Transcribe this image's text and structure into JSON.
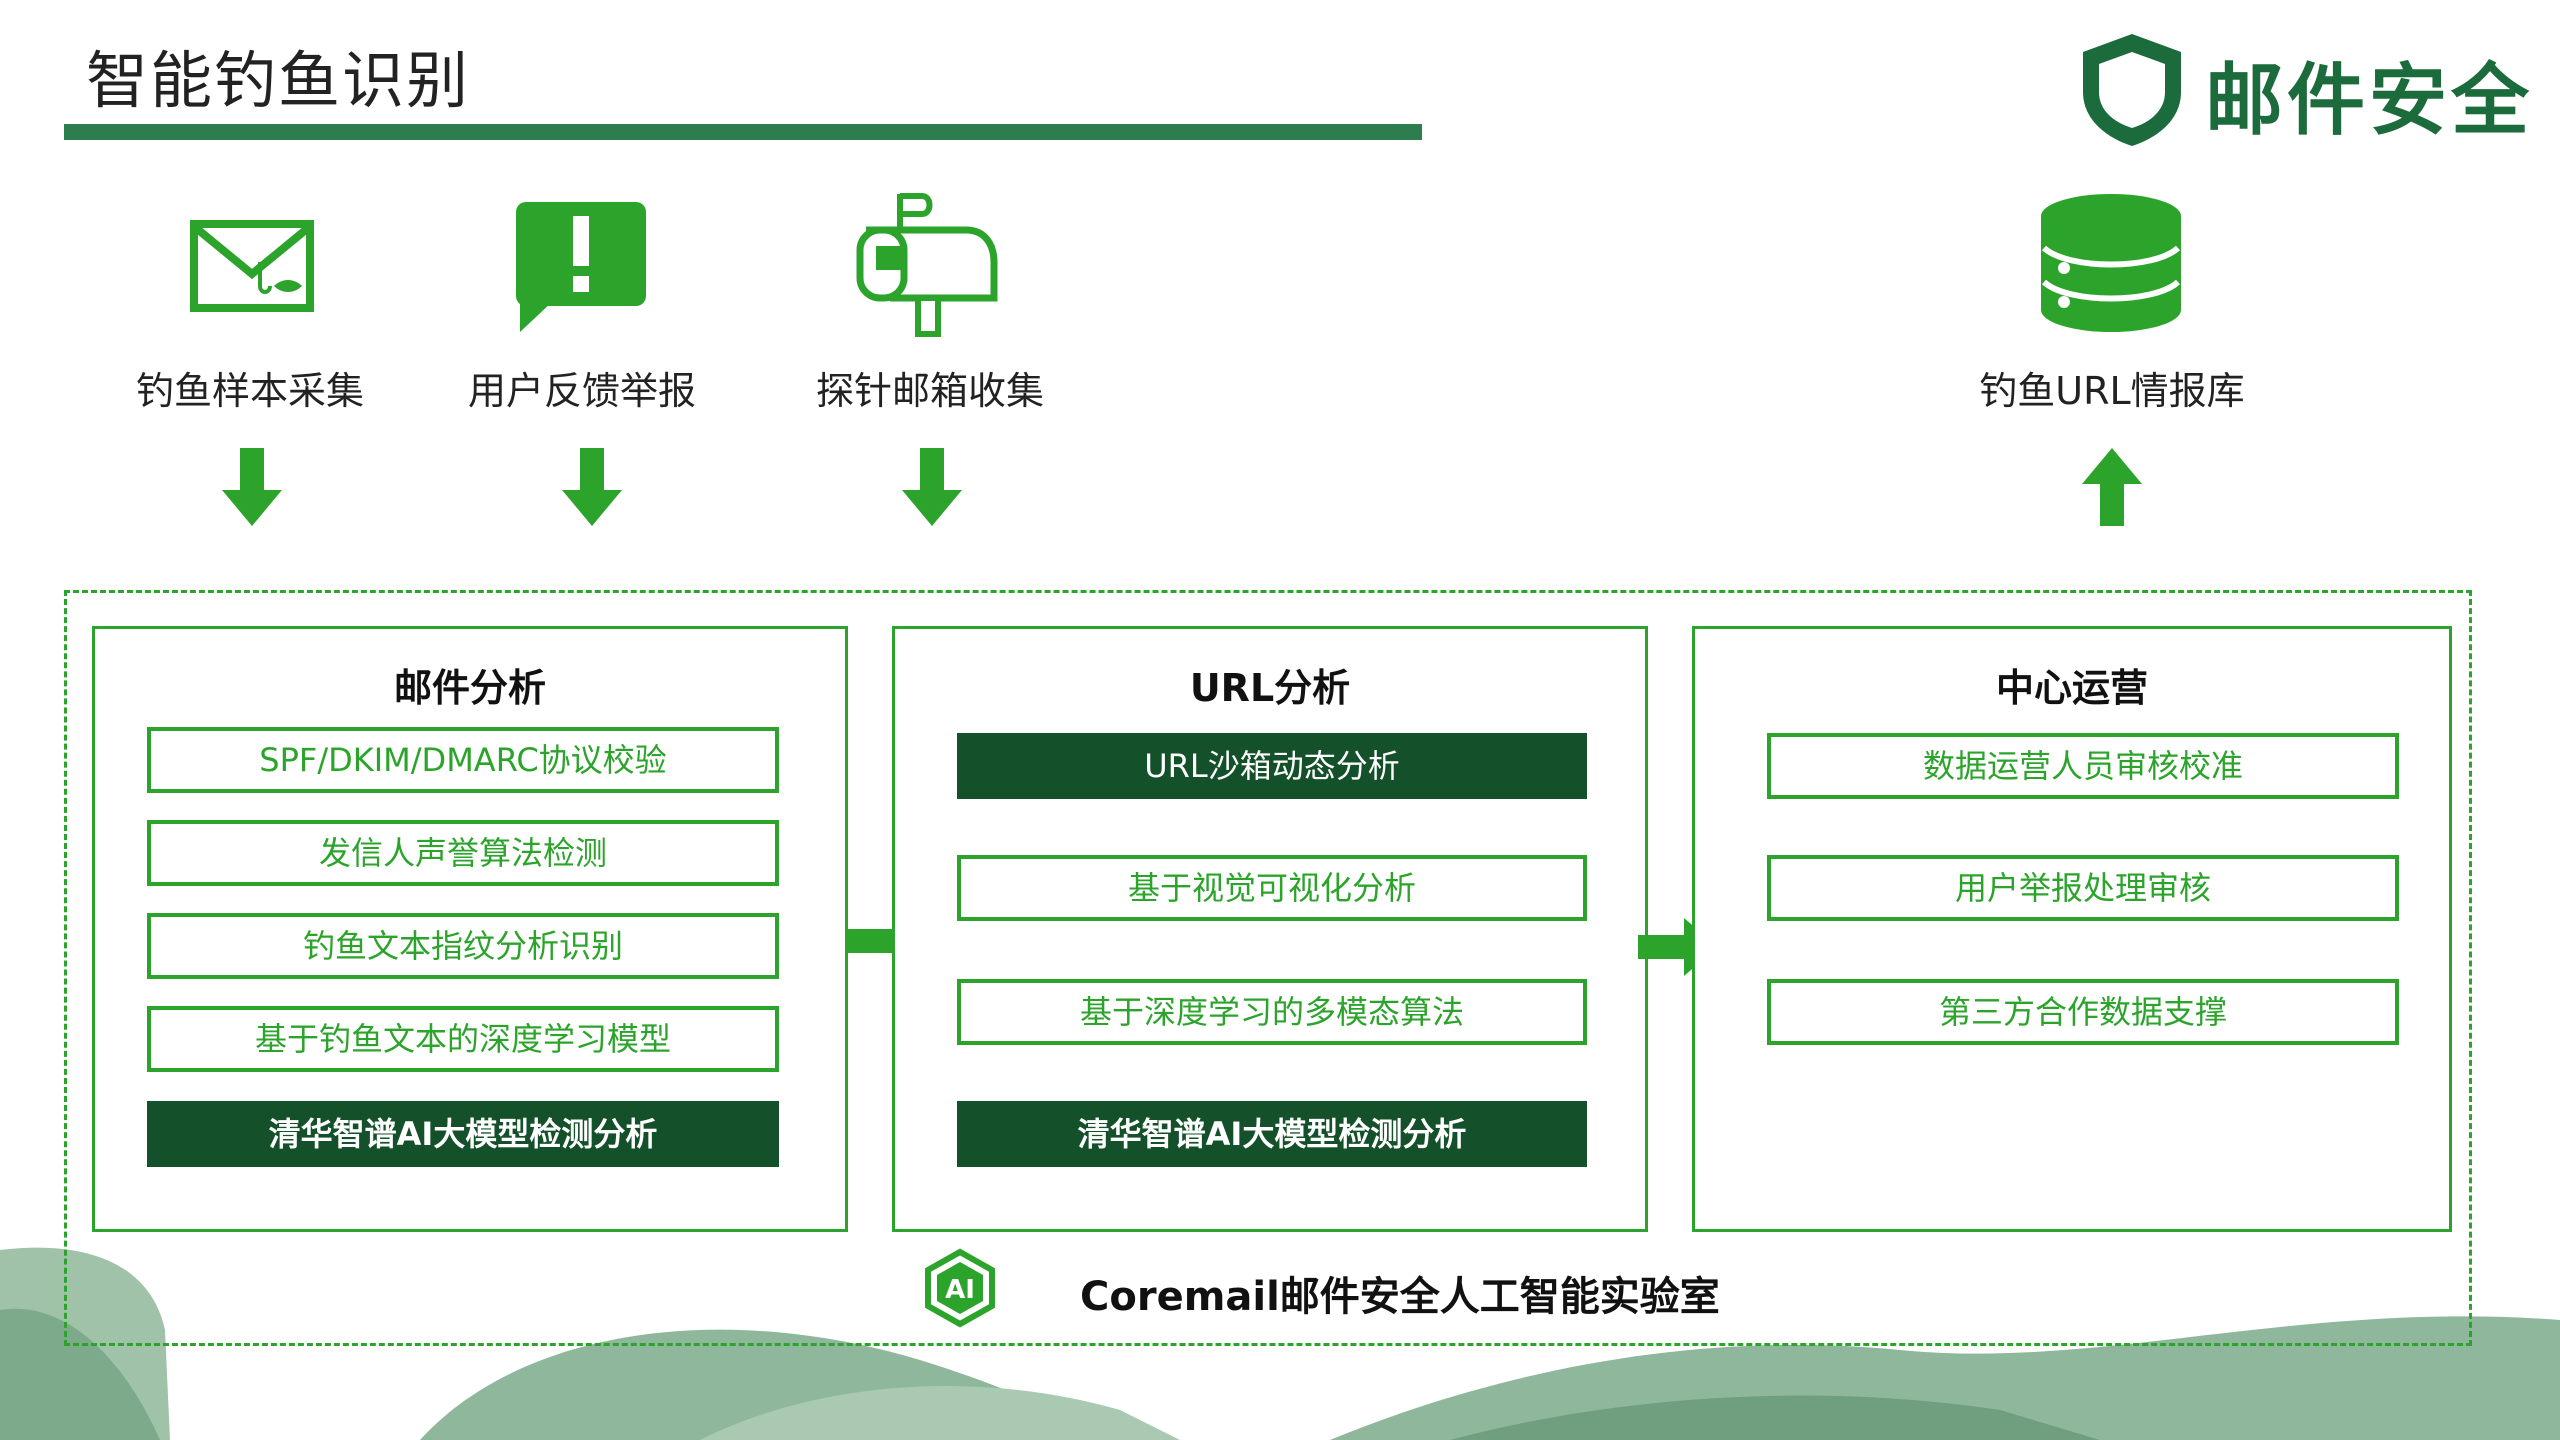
{
  "header": {
    "title": "智能钓鱼识别",
    "brand": "邮件安全"
  },
  "sources": [
    {
      "label": "钓鱼样本采集",
      "icon": "envelope-hook-icon"
    },
    {
      "label": "用户反馈举报",
      "icon": "exclamation-bubble-icon"
    },
    {
      "label": "探针邮箱收集",
      "icon": "mailbox-icon"
    }
  ],
  "intel": {
    "label": "钓鱼URL情报库",
    "icon": "database-icon"
  },
  "panels": [
    {
      "title": "邮件分析",
      "items": [
        {
          "label": "SPF/DKIM/DMARC协议校验",
          "style": "outline"
        },
        {
          "label": "发信人声誉算法检测",
          "style": "outline"
        },
        {
          "label": "钓鱼文本指纹分析识别",
          "style": "outline"
        },
        {
          "label": "基于钓鱼文本的深度学习模型",
          "style": "outline"
        },
        {
          "label": "清华智谱AI大模型检测分析",
          "style": "dark-bold"
        }
      ]
    },
    {
      "title": "URL分析",
      "items": [
        {
          "label": "URL沙箱动态分析",
          "style": "dark"
        },
        {
          "label": "基于视觉可视化分析",
          "style": "outline"
        },
        {
          "label": "基于深度学习的多模态算法",
          "style": "outline"
        },
        {
          "label": "清华智谱AI大模型检测分析",
          "style": "dark-bold"
        }
      ]
    },
    {
      "title": "中心运营",
      "items": [
        {
          "label": "数据运营人员审核校准",
          "style": "outline"
        },
        {
          "label": "用户举报处理审核",
          "style": "outline"
        },
        {
          "label": "第三方合作数据支撑",
          "style": "outline"
        }
      ]
    }
  ],
  "lab": {
    "badge": "AI",
    "label": "Coremail邮件安全人工智能实验室"
  },
  "colors": {
    "green": "#2ca42c",
    "dark_green": "#14502a",
    "brand_green": "#1c6b3c",
    "hill_green": "#8fb79c"
  }
}
